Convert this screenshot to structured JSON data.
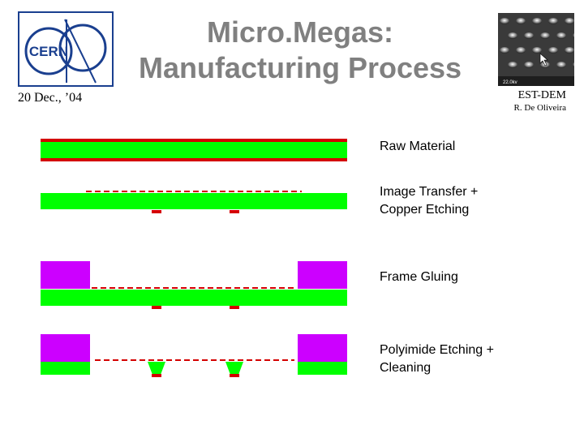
{
  "header": {
    "title_line1": "Micro.Megas:",
    "title_line2": "Manufacturing Process",
    "date": "20 Dec., ’04",
    "organization": "EST-DEM",
    "author": "R. De Oliveira",
    "logo_text": "CERN",
    "photo_caption": "22.0kv"
  },
  "steps": [
    {
      "lines": [
        "Raw Material"
      ]
    },
    {
      "lines": [
        "Image Transfer +",
        "Copper Etching"
      ]
    },
    {
      "lines": [
        "Frame Gluing"
      ]
    },
    {
      "lines": [
        "Polyimide Etching +",
        "Cleaning"
      ]
    }
  ],
  "colors": {
    "polyimide": "#00ff00",
    "copper": "#d40000",
    "frame": "#cc00ff",
    "title": "#808080",
    "logo": "#1a3f8f"
  },
  "icons": {
    "logo": "cern-logo-icon",
    "photo": "micromesh-photo-icon"
  }
}
